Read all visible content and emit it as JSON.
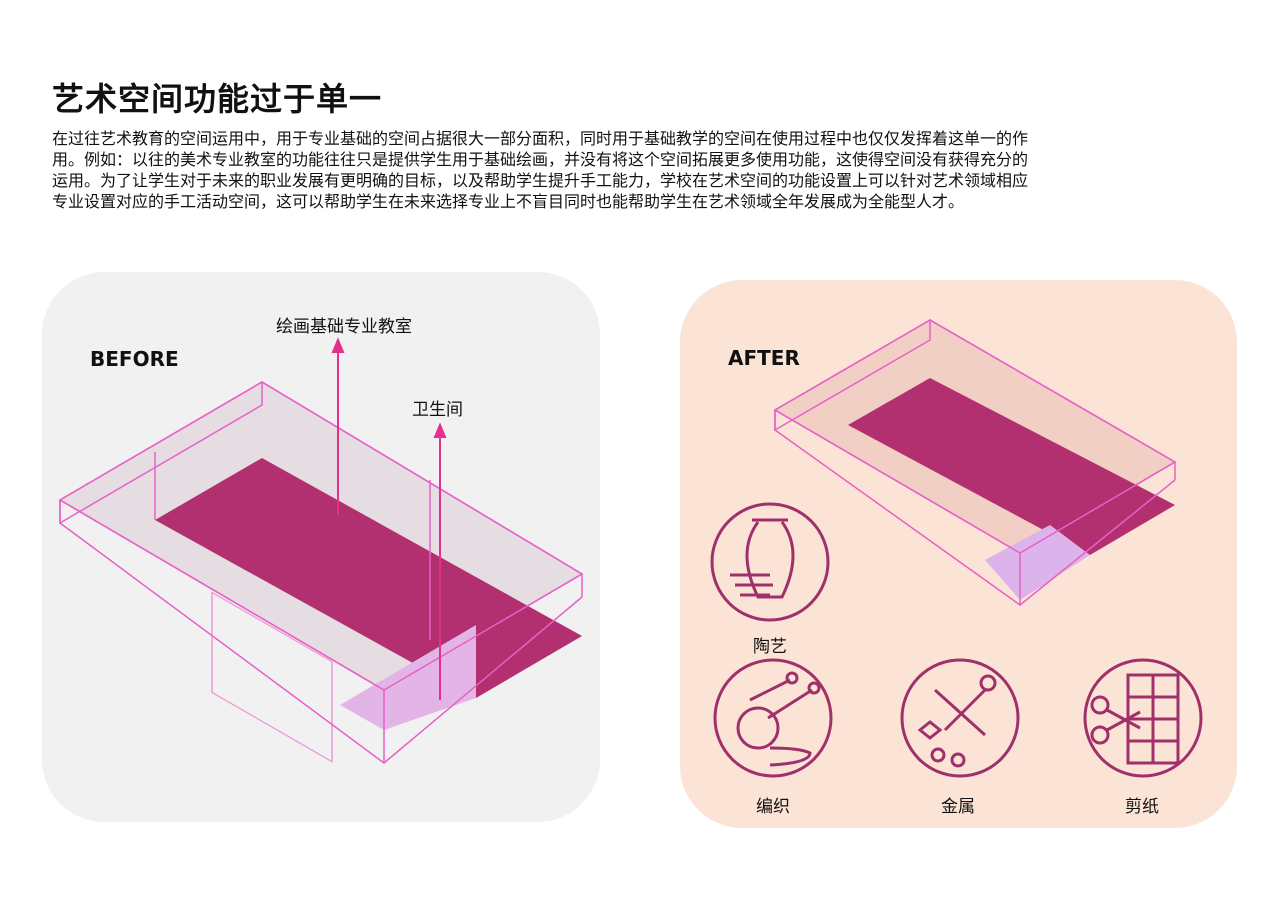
{
  "title": "艺术空间功能过于单一",
  "paragraph": [
    "在过往艺术教育的空间运用中，用于专业基础的空间占据很大一部分面积，同时用于基础教学的空间在使用过程中也仅仅发挥着这单一的作",
    "用。例如：以往的美术专业教室的功能往往只是提供学生用于基础绘画，并没有将这个空间拓展更多使用功能，这使得空间没有获得充分的",
    "运用。为了让学生对于未来的职业发展有更明确的目标，以及帮助学生提升手工能力，学校在艺术空间的功能设置上可以针对艺术领域相应",
    "专业设置对应的手工活动空间，这可以帮助学生在未来选择专业上不盲目同时也能帮助学生在艺术领域全年发展成为全能型人才。"
  ],
  "before": {
    "tag": "BEFORE",
    "label_classroom": "绘画基础专业教室",
    "label_toilet": "卫生间"
  },
  "after": {
    "tag": "AFTER",
    "icons": [
      {
        "name": "pottery-icon",
        "label": "陶艺"
      },
      {
        "name": "weaving-icon",
        "label": "编织"
      },
      {
        "name": "metal-icon",
        "label": "金属"
      },
      {
        "name": "papercut-icon",
        "label": "剪纸"
      }
    ]
  },
  "colors": {
    "floor": "#b2306f",
    "line": "#e860c8",
    "accent": "#a0306a",
    "after_bg": "#fbe4d6",
    "before_bg": "#f1f1f1"
  }
}
